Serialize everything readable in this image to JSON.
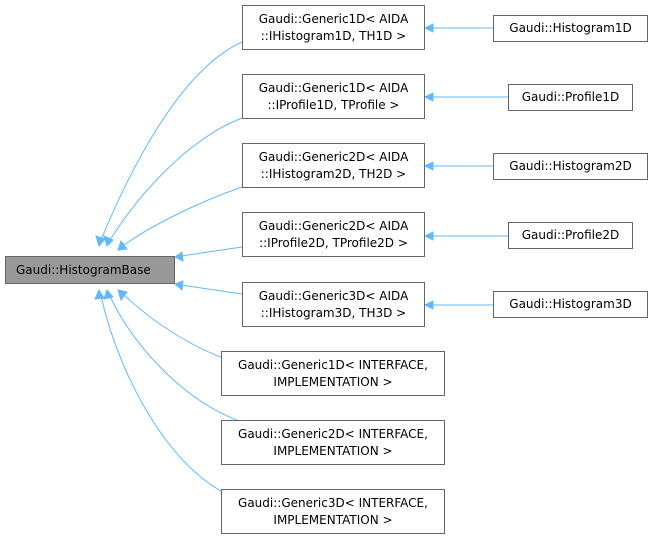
{
  "colors": {
    "edge": "#63b8ff",
    "base_fill": "#999999",
    "border": "#666666",
    "background": "#ffffff"
  },
  "nodes": {
    "base": {
      "label": "Gaudi::HistogramBase"
    },
    "generic1d_aida_hist": {
      "line1": "Gaudi::Generic1D< AIDA",
      "line2": "::IHistogram1D, TH1D >"
    },
    "generic1d_aida_prof": {
      "line1": "Gaudi::Generic1D< AIDA",
      "line2": "::IProfile1D, TProfile >"
    },
    "generic2d_aida_hist": {
      "line1": "Gaudi::Generic2D< AIDA",
      "line2": "::IHistogram2D, TH2D >"
    },
    "generic2d_aida_prof": {
      "line1": "Gaudi::Generic2D< AIDA",
      "line2": "::IProfile2D, TProfile2D >"
    },
    "generic3d_aida_hist": {
      "line1": "Gaudi::Generic3D< AIDA",
      "line2": "::IHistogram3D, TH3D >"
    },
    "generic1d_iface": {
      "line1": "Gaudi::Generic1D< INTERFACE,",
      "line2": "IMPLEMENTATION >"
    },
    "generic2d_iface": {
      "line1": "Gaudi::Generic2D< INTERFACE,",
      "line2": "IMPLEMENTATION >"
    },
    "generic3d_iface": {
      "line1": "Gaudi::Generic3D< INTERFACE,",
      "line2": "IMPLEMENTATION >"
    },
    "histogram1d": {
      "label": "Gaudi::Histogram1D"
    },
    "profile1d": {
      "label": "Gaudi::Profile1D"
    },
    "histogram2d": {
      "label": "Gaudi::Histogram2D"
    },
    "profile2d": {
      "label": "Gaudi::Profile2D"
    },
    "histogram3d": {
      "label": "Gaudi::Histogram3D"
    }
  },
  "edges": [
    {
      "from": "generic1d_aida_hist",
      "to": "base"
    },
    {
      "from": "generic1d_aida_prof",
      "to": "base"
    },
    {
      "from": "generic2d_aida_hist",
      "to": "base"
    },
    {
      "from": "generic2d_aida_prof",
      "to": "base"
    },
    {
      "from": "generic3d_aida_hist",
      "to": "base"
    },
    {
      "from": "generic1d_iface",
      "to": "base"
    },
    {
      "from": "generic2d_iface",
      "to": "base"
    },
    {
      "from": "generic3d_iface",
      "to": "base"
    },
    {
      "from": "histogram1d",
      "to": "generic1d_aida_hist"
    },
    {
      "from": "profile1d",
      "to": "generic1d_aida_prof"
    },
    {
      "from": "histogram2d",
      "to": "generic2d_aida_hist"
    },
    {
      "from": "profile2d",
      "to": "generic2d_aida_prof"
    },
    {
      "from": "histogram3d",
      "to": "generic3d_aida_hist"
    }
  ]
}
